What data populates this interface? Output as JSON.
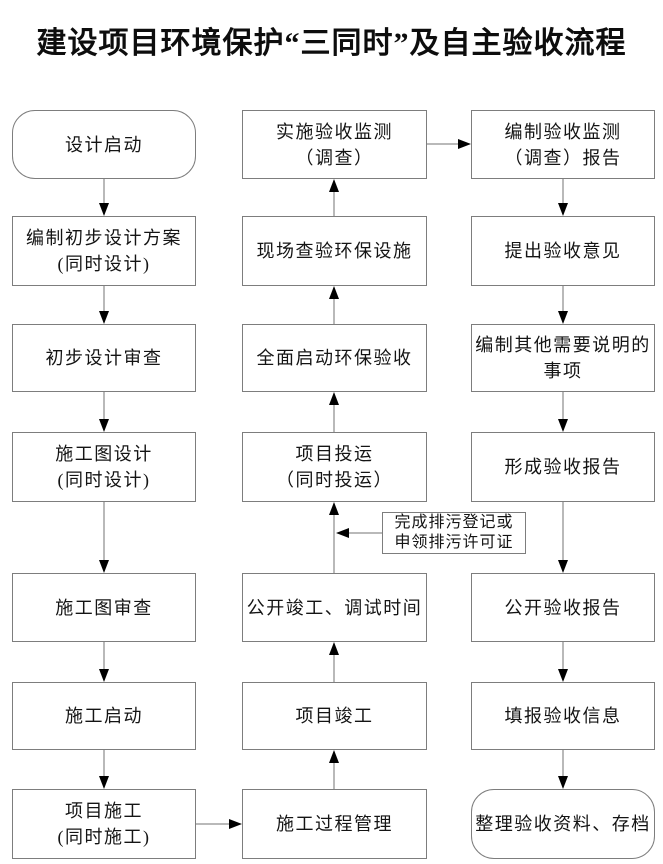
{
  "title": "建设项目环境保护“三同时”及自主验收流程",
  "flow": {
    "left": [
      {
        "label": "设计启动"
      },
      {
        "label": "编制初步设计方案\n(同时设计)"
      },
      {
        "label": "初步设计审查"
      },
      {
        "label": "施工图设计\n(同时设计)"
      },
      {
        "label": "施工图审查"
      },
      {
        "label": "施工启动"
      },
      {
        "label": "项目施工\n(同时施工)"
      }
    ],
    "middle": [
      {
        "label": "实施验收监测\n（调查）"
      },
      {
        "label": "现场查验环保设施"
      },
      {
        "label": "全面启动环保验收"
      },
      {
        "label": "项目投运\n（同时投运）"
      },
      {
        "label": "公开竣工、调试时间"
      },
      {
        "label": "项目竣工"
      },
      {
        "label": "施工过程管理"
      }
    ],
    "right": [
      {
        "label": "编制验收监测\n（调查）报告"
      },
      {
        "label": "提出验收意见"
      },
      {
        "label": "编制其他需要说明的\n事项"
      },
      {
        "label": "形成验收报告"
      },
      {
        "label": "公开验收报告"
      },
      {
        "label": "填报验收信息"
      },
      {
        "label": "整理验收资料、存档"
      }
    ],
    "side_note": {
      "label": "完成排污登记或\n申领排污许可证"
    }
  },
  "colors": {
    "background": "#ffffff",
    "box_border": "#7d7d7d",
    "connector_line": "#737373",
    "arrowhead": "#000000",
    "text": "#141414"
  }
}
